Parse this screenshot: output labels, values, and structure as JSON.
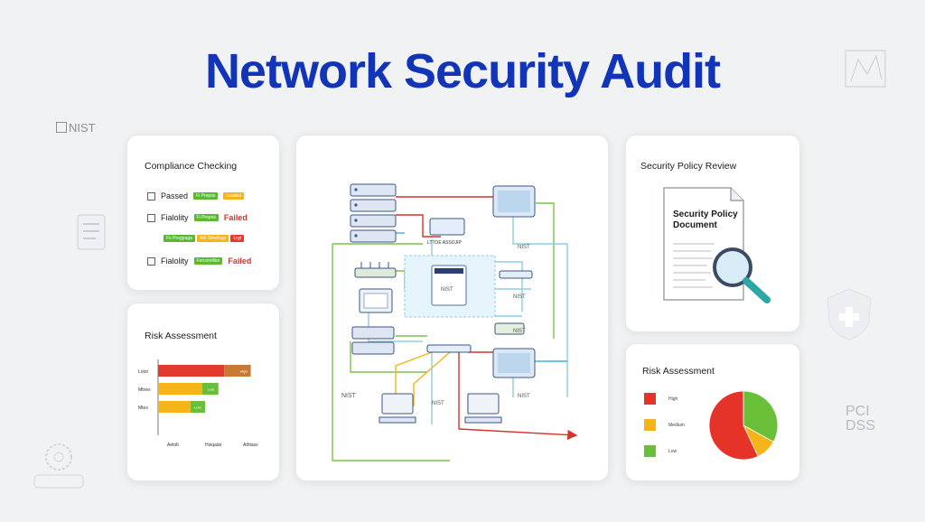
{
  "title": "Network Security Audit",
  "side_labels": {
    "nist": "NIST",
    "pci": "PCI",
    "dss": "DSS"
  },
  "compliance": {
    "title": "Compliance Checking",
    "rows": [
      {
        "label": "Passed",
        "tags": [
          "Fi Prepos",
          "Loaded"
        ],
        "status": ""
      },
      {
        "label": "Fialolity",
        "tags": [
          "Fi Prepos"
        ],
        "status": "Failed"
      },
      {
        "label": "",
        "tags": [
          "Fo Pregpaga",
          "Ath Sthelings",
          "Lrgt"
        ],
        "status": ""
      },
      {
        "label": "Fialolity",
        "tags": [
          "Fercomillan"
        ],
        "status": "Failed"
      }
    ]
  },
  "risk_left": {
    "title": "Risk Assessment",
    "chart_data": {
      "type": "bar",
      "orientation": "horizontal",
      "categories": [
        "Lotst",
        "Mtnes",
        "Mtes"
      ],
      "series": [
        {
          "name": "",
          "values": [
            45,
            30,
            22
          ]
        },
        {
          "name": "",
          "values": [
            18,
            11,
            10
          ]
        }
      ],
      "segment_labels": [
        "High",
        "Low",
        "Low"
      ],
      "xticks": [
        "Aetolt",
        "Hsiqalat",
        "Athtass"
      ],
      "colors": [
        "#e23a2e",
        "#f5b418",
        "#6abf3a",
        "#c87a32"
      ]
    }
  },
  "network": {
    "labels": {
      "router": "LTTOE ASSOJIP",
      "nist_a": "NIST",
      "nist_b": "NIST",
      "nist_c": "NIST",
      "nist_d": "NIST",
      "nist_e": "NIST",
      "nist_left": "NIST",
      "core": "NIST"
    }
  },
  "policy": {
    "title": "Security Policy Review",
    "doc_line1": "Security Policy",
    "doc_line2": "Document"
  },
  "risk_right": {
    "title": "Risk Assessment",
    "chart_data": {
      "type": "pie",
      "labels": [
        "High",
        "Medium",
        "Low"
      ],
      "values": [
        57,
        10,
        33
      ],
      "colors": [
        "#e5332a",
        "#f5b418",
        "#69bf38"
      ]
    }
  }
}
